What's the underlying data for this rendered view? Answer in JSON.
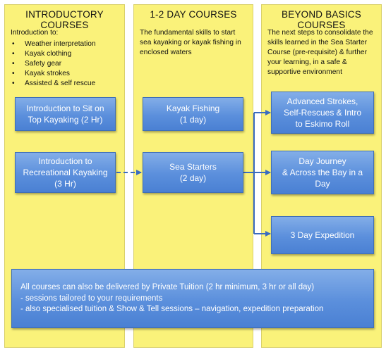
{
  "columns": [
    {
      "title": "INTRODUCTORY COURSES",
      "intro": "Introduction to:",
      "bullets": [
        "Weather interpretation",
        "Kayak clothing",
        "Safety gear",
        "Kayak strokes",
        "Assisted & self rescue"
      ]
    },
    {
      "title": "1-2 DAY COURSES",
      "description": "The fundamental skills to start sea kayaking or kayak fishing in enclosed waters"
    },
    {
      "title": "BEYOND BASICS COURSES",
      "description": "The next steps to consolidate the skills learned in the Sea Starter Course (pre-requisite) & further your learning, in a safe & supportive environment"
    }
  ],
  "courses": {
    "sit_on_top": "Introduction to Sit on\nTop Kayaking (2 Hr)",
    "recreational": "Introduction to\nRecreational Kayaking\n(3 Hr)",
    "kayak_fishing": "Kayak Fishing\n(1 day)",
    "sea_starters": "Sea Starters\n(2 day)",
    "advanced": "Advanced Strokes,\nSelf-Rescues & Intro\nto Eskimo Roll",
    "day_journey": "Day Journey\n& Across the Bay in a\nDay",
    "expedition": "3 Day Expedition"
  },
  "private_tuition": {
    "line1": "All courses can also be delivered by Private Tuition (2 hr minimum, 3 hr or all day)",
    "line2": "- sessions tailored to your requirements",
    "line3": "- also specialised tuition & Show & Tell sessions – navigation, expedition preparation"
  },
  "colors": {
    "column_bg": "#faf27a",
    "box_fill": "#5b8fdc",
    "arrow": "#3a6cc0"
  }
}
